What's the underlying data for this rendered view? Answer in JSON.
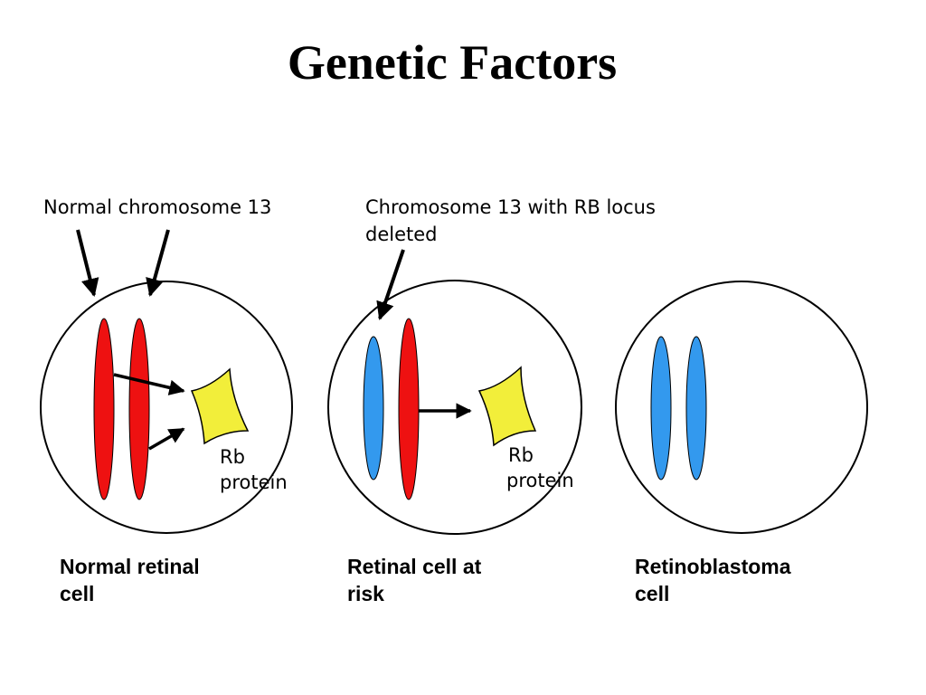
{
  "title": "Genetic Factors",
  "labels": {
    "normal_chromosome": "Normal chromosome 13",
    "deleted_chromosome_line1": "Chromosome 13 with RB locus",
    "deleted_chromosome_line2": "deleted"
  },
  "cells": [
    {
      "caption_line1": "Normal retinal",
      "caption_line2": "cell",
      "chromosomes": [
        "normal",
        "normal"
      ],
      "protein_label_line1": "Rb",
      "protein_label_line2": "protein"
    },
    {
      "caption_line1": "Retinal cell at",
      "caption_line2": "risk",
      "chromosomes": [
        "deleted",
        "normal"
      ],
      "protein_label_line1": "Rb",
      "protein_label_line2": "protein"
    },
    {
      "caption_line1": "Retinoblastoma",
      "caption_line2": "cell",
      "chromosomes": [
        "deleted",
        "deleted"
      ]
    }
  ],
  "colors": {
    "normal_chromosome": "#ee1111",
    "deleted_chromosome": "#3399ee",
    "protein": "#f2ee3a",
    "outline": "#000000"
  }
}
